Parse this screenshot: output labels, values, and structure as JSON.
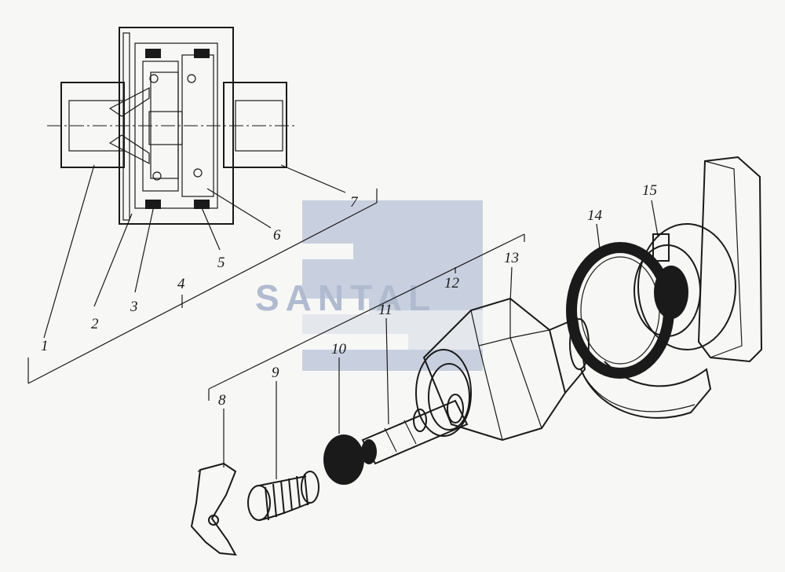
{
  "diagram": {
    "watermark": {
      "text": "SANTAL",
      "color": "#9aa8c4"
    },
    "callouts": [
      {
        "id": "1",
        "label": "1"
      },
      {
        "id": "2",
        "label": "2"
      },
      {
        "id": "3",
        "label": "3"
      },
      {
        "id": "4",
        "label": "4"
      },
      {
        "id": "5",
        "label": "5"
      },
      {
        "id": "6",
        "label": "6"
      },
      {
        "id": "7",
        "label": "7"
      },
      {
        "id": "8",
        "label": "8"
      },
      {
        "id": "9",
        "label": "9"
      },
      {
        "id": "10",
        "label": "10"
      },
      {
        "id": "11",
        "label": "11"
      },
      {
        "id": "12",
        "label": "12"
      },
      {
        "id": "13",
        "label": "13"
      },
      {
        "id": "14",
        "label": "14"
      },
      {
        "id": "15",
        "label": "15"
      }
    ]
  }
}
